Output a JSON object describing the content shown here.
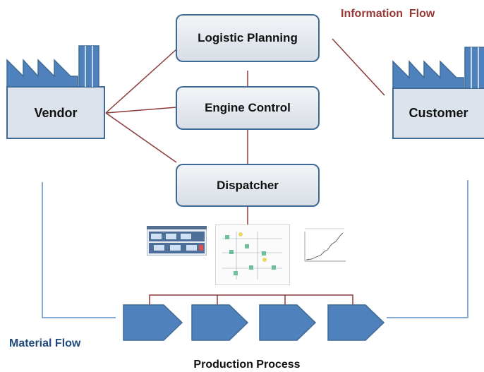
{
  "labels": {
    "information_flow": "Information  Flow",
    "material_flow": "Material Flow",
    "production_process": "Production Process"
  },
  "nodes": {
    "logistic_planning": "Logistic Planning",
    "engine_control": "Engine Control",
    "dispatcher": "Dispatcher",
    "vendor": "Vendor",
    "customer": "Customer"
  },
  "colors": {
    "information_line": "#8b3a3a",
    "material_line": "#5b8fc9",
    "factory_fill": "#4f81bd",
    "factory_body": "#dde3ec",
    "chevron_fill": "#4f81bd",
    "info_text": "#953735",
    "material_text": "#1f497d"
  },
  "production_steps": 4
}
